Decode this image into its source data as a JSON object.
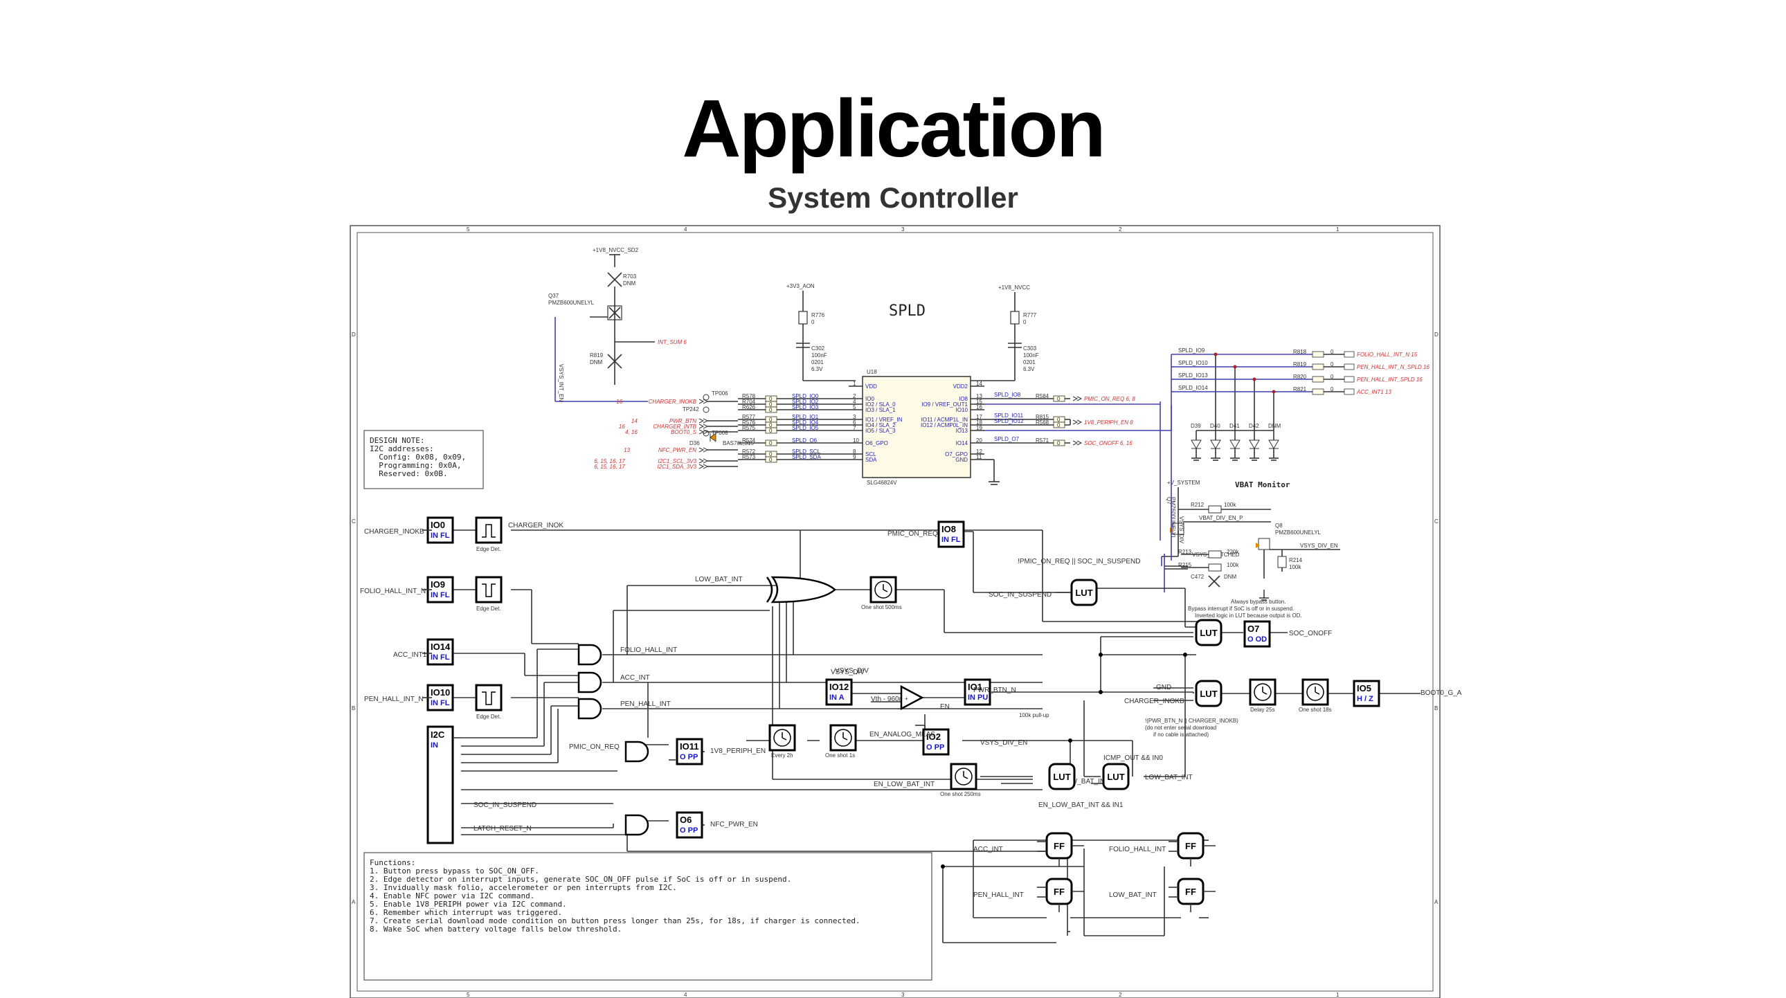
{
  "title": "Application",
  "subtitle": "System Controller",
  "schematic": {
    "chip_title": "SPLD",
    "chip": {
      "ref": "U18",
      "part": "SLG46824V",
      "left_pins": [
        "VDD",
        "IO0",
        "IO2 / SLA_0",
        "IO3 / SLA_1",
        "IO1 / VREF_IN",
        "IO4 / SLA_2",
        "IO5 / SLA_3",
        "O6_GPO",
        "SCL",
        "SDA"
      ],
      "left_nums": [
        "1",
        "2",
        "4",
        "5",
        "3",
        "6",
        "7",
        "10",
        "8",
        "9"
      ],
      "right_pins": [
        "VDD2",
        "IO8",
        "IO9 / VREF_OUT1",
        "IO10",
        "IO11 / ACMP1L_IN",
        "IO12 / ACMP0L_IN",
        "IO13",
        "IO14",
        "O7_GPO",
        "GND"
      ],
      "right_nums": [
        "14",
        "13",
        "15",
        "16",
        "17",
        "18",
        "19",
        "20",
        "12",
        "11"
      ]
    },
    "left_nets": [
      "SPLD_IO0",
      "SPLD_IO2",
      "SPLD_IO3",
      "SPLD_IO1",
      "SPLD_IO4",
      "SPLD_IO5",
      "SPLD_O6",
      "SPLD_SCL",
      "SPLD_SDA"
    ],
    "left_refs": [
      "R578",
      "R704",
      "R626",
      "R577",
      "R576",
      "R575",
      "R574",
      "R572",
      "R573"
    ],
    "right_nets": [
      "SPLD_IO8",
      "SPLD_IO11",
      "SPLD_IO12",
      "SPLD_O7"
    ],
    "right_refs": [
      "R584",
      "R815",
      "R568",
      "R571"
    ],
    "far_nets": [
      "SPLD_IO9",
      "SPLD_IO10",
      "SPLD_IO13",
      "SPLD_IO14"
    ],
    "far_refs": [
      "R818",
      "R819",
      "R820",
      "R821"
    ],
    "far_dest": [
      "FOLIO_HALL_INT_N 15",
      "PEN_HALL_INT_N_SPLD 16",
      "PEN_HALL_INT_SPLD 16",
      "ACC_INT1 13"
    ],
    "left_dest": [
      "CHARGER_INOKB",
      "PWR_BTN",
      "CHARGER_INTB",
      "BOOT0_S",
      "NFC_PWR_EN",
      "I2C1_SCL_3V3",
      "I2C1_SDA_3V3"
    ],
    "left_sheets": [
      "16",
      "14",
      "16",
      "4, 16",
      "13",
      "6, 15, 16, 17",
      "6, 15, 16, 17"
    ],
    "right_dest": [
      "PMIC_ON_REQ  6, 8",
      "1V8_PERIPH_EN  8",
      "SOC_ONOFF  6, 16"
    ],
    "rails": [
      "+1V8_NVCC_SD2",
      "+3V3_AON",
      "+1V8_NVCC",
      "+V_SYSTEM"
    ],
    "q37": [
      "Q37",
      "PMZB600UNELYL"
    ],
    "r703": [
      "R703",
      "DNM"
    ],
    "r819": [
      "R819",
      "DNM"
    ],
    "int_sum": "INT_SUM  6",
    "vsys_int_en": "VSYS_INT_EN",
    "r776": [
      "R776",
      "0"
    ],
    "r777": [
      "R777",
      "0"
    ],
    "c302": [
      "C302",
      "100nF",
      "0201",
      "6.3V"
    ],
    "c303": [
      "C303",
      "100nF",
      "0201",
      "6.3V"
    ],
    "zero": "0",
    "tps": [
      "TP006",
      "TP242",
      "TP008"
    ],
    "d36": [
      "D36",
      "BAS70L,315"
    ],
    "esd": [
      "D39",
      "D40",
      "D41",
      "D42",
      "DNM"
    ],
    "vbat": {
      "title": "VBAT Monitor",
      "parts": [
        "R212",
        "100k",
        "Q7",
        "PMZ600UNELYL",
        "VBAT_DIV_EN_P",
        "Q8",
        "PMZB600UNELYL",
        "VSYS_DIV_EN",
        "R214",
        "100k",
        "R213",
        "220k",
        "R215",
        "100k",
        "C472",
        "DNM",
        "VSYS_SWITCHED",
        "VSYS_DIV"
      ]
    },
    "design_note": [
      "DESIGN NOTE:",
      "I2C addresses:",
      "  Config: 0x08, 0x09,",
      "  Programming: 0x0A,",
      "  Reserved: 0x0B."
    ],
    "io_blocks": [
      {
        "name": "IO0",
        "mode": "IN FL"
      },
      {
        "name": "IO9",
        "mode": "IN FL"
      },
      {
        "name": "IO14",
        "mode": "IN FL"
      },
      {
        "name": "IO10",
        "mode": "IN FL"
      },
      {
        "name": "I2C",
        "mode": "IN"
      },
      {
        "name": "IO8",
        "mode": "IN FL"
      },
      {
        "name": "IO12",
        "mode": "IN A"
      },
      {
        "name": "IO1",
        "mode": "IN PU"
      },
      {
        "name": "IO2",
        "mode": "O PP"
      },
      {
        "name": "IO11",
        "mode": "O PP"
      },
      {
        "name": "O6",
        "mode": "O PP"
      },
      {
        "name": "O7",
        "mode": "O OD"
      },
      {
        "name": "IO5",
        "mode": "H / Z"
      }
    ],
    "io_input_labels": [
      "CHARGER_INOKB",
      "FOLIO_HALL_INT_N",
      "ACC_INT1",
      "PEN_HALL_INT_N"
    ],
    "edge_det": "Edge Det.",
    "nets": [
      "CHARGER_INOK",
      "LOW_BAT_INT",
      "FOLIO_HALL_INT",
      "ACC_INT",
      "PEN_HALL_INT",
      "PMIC_ON_REQ",
      "1V8_PERIPH_EN",
      "SOC_IN_SUSPEND",
      "LATCH_RESET_N",
      "NFC_PWR_EN",
      "EN_ANALOG_MEAS",
      "EN_LOW_BAT_INT",
      "VSYS_DIV",
      "Vth - 960mV",
      "PWR_BTN_N",
      "100k pull-up",
      "VSYS_DIV_EN",
      "GND",
      "CHARGER_INOKB",
      "BOOT0_G_A",
      "SOC_ONOFF",
      "ICMP_OUT && IN0",
      "EN_LOW_BAT_INT && IN1",
      "!PMIC_ON_REQ || SOC_IN_SUSPEND",
      "PMIC_ON_REQ",
      "EN"
    ],
    "timers": [
      "One shot 500ms",
      "Every 2h",
      "One shot 1s",
      "One shot 250ms",
      "Delay 25s",
      "One shot 18s"
    ],
    "notes": {
      "bypass": [
        "Always bypass button.",
        "Bypass interrupt if SoC is off or in suspend.",
        "Inverted logic in LUT because output is OD."
      ],
      "charger": [
        "!(PWR_BTN_N || CHARGER_INOKB)",
        "(do not enter serial download",
        "if no cable is attached)"
      ]
    },
    "lut_label": "LUT",
    "ff_label": "FF",
    "ff_inputs": [
      "ACC_INT",
      "FOLIO_HALL_INT",
      "PEN_HALL_INT",
      "LOW_BAT_INT"
    ],
    "functions": [
      "Functions:",
      "1. Button press bypass to SOC_ON_OFF.",
      "2. Edge detector on interrupt inputs, generate SOC_ON_OFF pulse if SoC is off or in suspend.",
      "3. Invidually mask folio, accelerometer or pen interrupts from I2C.",
      "4. Enable NFC power via I2C command.",
      "5. Enable 1V8_PERIPH power via I2C command.",
      "6. Remember which interrupt was triggered.",
      "7. Create serial download mode condition on button press longer than 25s, for 18s, if charger is connected.",
      "8. Wake SoC when battery voltage falls below threshold."
    ],
    "border_cols": [
      "5",
      "4",
      "3",
      "2",
      "1"
    ],
    "border_rows": [
      "D",
      "C",
      "B",
      "A"
    ]
  }
}
